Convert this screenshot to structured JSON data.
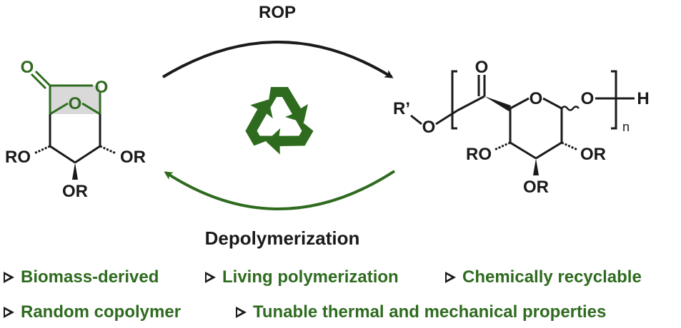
{
  "arrows": {
    "forward_label": "ROP",
    "reverse_label": "Depolymerization"
  },
  "monomer": {
    "carbonyl_o": "O",
    "ring_o_top": "O",
    "ring_o_bridge": "O",
    "sub_left": "RO",
    "sub_right": "OR",
    "sub_bottom": "OR"
  },
  "polymer": {
    "end_group": "R’",
    "ester_o": "O",
    "carbonyl_o": "O",
    "ring_o": "O",
    "glycosidic_o": "O",
    "terminal_h": "H",
    "repeat_subscript": "n",
    "sub_left": "RO",
    "sub_right": "OR",
    "sub_bottom": "OR"
  },
  "features": [
    "Biomass-derived",
    "Living polymerization",
    "Chemically recyclable",
    "Random copolymer",
    "Tunable thermal and mechanical properties"
  ],
  "colors": {
    "accent_green": "#2e6b1f",
    "ink": "#1a1a1a",
    "shade": "#d9d9d9"
  },
  "icons": [
    "recycle-icon",
    "bullet-arrow-icon"
  ]
}
